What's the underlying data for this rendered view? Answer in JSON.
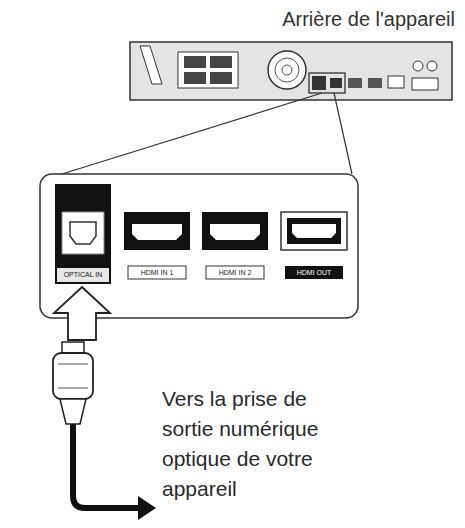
{
  "diagram": {
    "title": "Arrière de l'appareil",
    "labels": [
      "OPTICAL IN",
      "HDMI IN 1",
      "HDMI IN 2",
      "HDMI OUT",
      "Vers la prise de sortie numérique optique de votre appareil"
    ]
  }
}
